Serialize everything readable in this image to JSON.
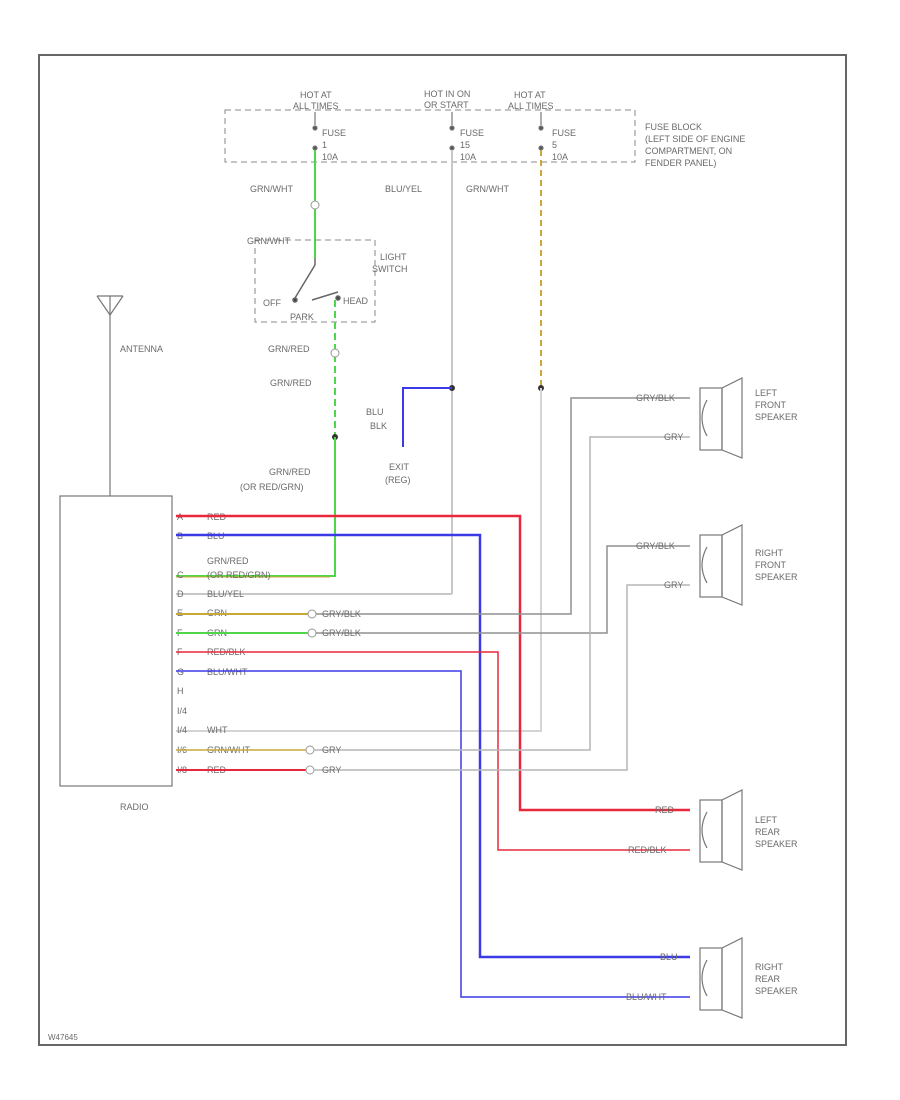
{
  "fuse_block": {
    "hot1": [
      "HOT AT",
      "ALL TIMES"
    ],
    "hot2": [
      "HOT IN ON",
      "OR START"
    ],
    "hot3": [
      "HOT AT",
      "ALL TIMES"
    ],
    "fuse1": [
      "FUSE",
      "1",
      "10A"
    ],
    "fuse2": [
      "FUSE",
      "15",
      "10A"
    ],
    "fuse3": [
      "FUSE",
      "5",
      "10A"
    ],
    "desc": [
      "FUSE BLOCK",
      "(LEFT SIDE OF ENGINE",
      "COMPARTMENT, ON",
      "FENDER PANEL)"
    ]
  },
  "wires_top": {
    "w1": "GRN/WHT",
    "w2": "BLU/YEL",
    "w3": "GRN/WHT"
  },
  "light_switch": {
    "in_wire": "GRN/WHT",
    "label": [
      "LIGHT",
      "SWITCH"
    ],
    "off": "OFF",
    "park": "PARK",
    "head": "HEAD"
  },
  "wires_mid": {
    "w1": "GRN/RED",
    "w2": "GRN/RED",
    "w3": "GRN/RED",
    "w3b": "(OR RED/GRN)"
  },
  "antenna": "ANTENNA",
  "ground": {
    "wire": [
      "BLU",
      "BLK"
    ],
    "label": [
      "EXIT",
      "(REG)"
    ]
  },
  "radio": {
    "label": "RADIO",
    "pins": [
      {
        "pin": "A",
        "wire": "RED"
      },
      {
        "pin": "B",
        "wire": "BLU"
      },
      {
        "pin": "C",
        "wire": "GRN/RED"
      },
      {
        "pin": "",
        "wire": "(OR RED/GRN)"
      },
      {
        "pin": "D",
        "wire": "BLU/YEL"
      },
      {
        "pin": "E",
        "wire": "GRN"
      },
      {
        "pin": "F",
        "wire": "GRN"
      },
      {
        "pin": "F",
        "wire": "RED/BLK"
      },
      {
        "pin": "G",
        "wire": "BLU/WHT"
      },
      {
        "pin": "H",
        "wire": ""
      },
      {
        "pin": "I/4",
        "wire": ""
      },
      {
        "pin": "I/4",
        "wire": "WHT"
      },
      {
        "pin": "I/6",
        "wire": "GRN/WHT"
      },
      {
        "pin": "I/8",
        "wire": "RED"
      }
    ],
    "splice_labels": [
      "GRY/BLK",
      "GRY/BLK",
      "GRY",
      "GRY"
    ]
  },
  "speakers": {
    "lf": {
      "label": [
        "LEFT",
        "FRONT",
        "SPEAKER"
      ],
      "w1": "GRY/BLK",
      "w2": "GRY"
    },
    "rf": {
      "label": [
        "RIGHT",
        "FRONT",
        "SPEAKER"
      ],
      "w1": "GRY/BLK",
      "w2": "GRY"
    },
    "lr": {
      "label": [
        "LEFT",
        "REAR",
        "SPEAKER"
      ],
      "w1": "RED",
      "w2": "RED/BLK"
    },
    "rr": {
      "label": [
        "RIGHT",
        "REAR",
        "SPEAKER"
      ],
      "w1": "BLU",
      "w2": "BLU/WHT"
    }
  },
  "colors": {
    "red": "#e8283c",
    "blue": "#3a3ae6",
    "green": "#4fd64a",
    "yellow": "#c9a83a",
    "gray": "#8a8a8a",
    "light_gray": "#c0c0c0"
  },
  "footer_id": "W47645"
}
